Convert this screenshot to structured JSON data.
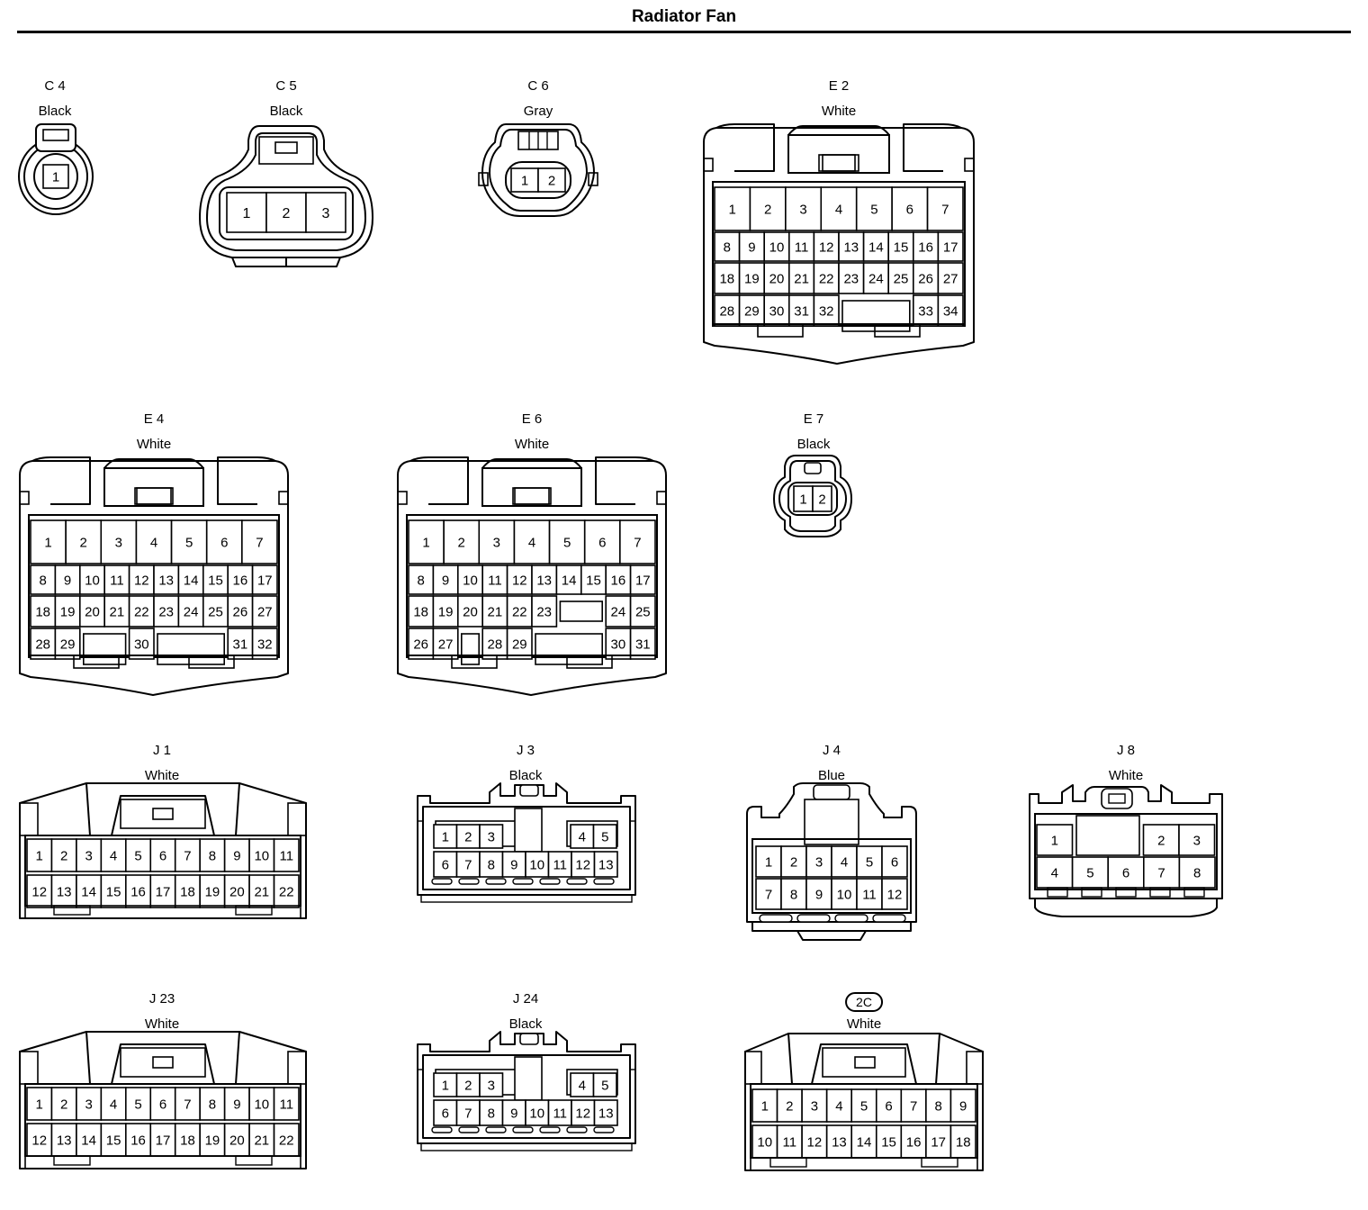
{
  "title": "Radiator Fan",
  "connectors": [
    {
      "id": "c4",
      "code": "C 4",
      "color": "Black",
      "badge": false,
      "type": "small1",
      "rows": [
        [
          "1"
        ]
      ]
    },
    {
      "id": "c5",
      "code": "C 5",
      "color": "Black",
      "badge": false,
      "type": "oval3",
      "rows": [
        [
          "1",
          "2",
          "3"
        ]
      ]
    },
    {
      "id": "c6",
      "code": "C 6",
      "color": "Gray",
      "badge": false,
      "type": "small2",
      "rows": [
        [
          "1",
          "2"
        ]
      ]
    },
    {
      "id": "e2",
      "code": "E 2",
      "color": "White",
      "badge": false,
      "type": "big",
      "rows": [
        [
          "1",
          "2",
          "3",
          "4",
          "5",
          "6",
          "7"
        ],
        [
          "8",
          "9",
          "10",
          "11",
          "12",
          "13",
          "14",
          "15",
          "16",
          "17"
        ],
        [
          "18",
          "19",
          "20",
          "21",
          "22",
          "23",
          "24",
          "25",
          "26",
          "27"
        ],
        [
          "28",
          "29",
          "30",
          "31",
          "32",
          "",
          "",
          "",
          "33",
          "34"
        ]
      ]
    },
    {
      "id": "e4",
      "code": "E 4",
      "color": "White",
      "badge": false,
      "type": "big",
      "rows": [
        [
          "1",
          "2",
          "3",
          "4",
          "5",
          "6",
          "7"
        ],
        [
          "8",
          "9",
          "10",
          "11",
          "12",
          "13",
          "14",
          "15",
          "16",
          "17"
        ],
        [
          "18",
          "19",
          "20",
          "21",
          "22",
          "23",
          "24",
          "25",
          "26",
          "27"
        ],
        [
          "28",
          "29",
          "",
          "",
          "30",
          "",
          "",
          "",
          "31",
          "32"
        ]
      ]
    },
    {
      "id": "e6",
      "code": "E 6",
      "color": "White",
      "badge": false,
      "type": "big",
      "rows": [
        [
          "1",
          "2",
          "3",
          "4",
          "5",
          "6",
          "7"
        ],
        [
          "8",
          "9",
          "10",
          "11",
          "12",
          "13",
          "14",
          "15",
          "16",
          "17"
        ],
        [
          "18",
          "19",
          "20",
          "21",
          "22",
          "23",
          "",
          "",
          "24",
          "25"
        ],
        [
          "26",
          "27",
          "",
          "28",
          "29",
          "",
          "",
          "",
          "30",
          "31"
        ]
      ]
    },
    {
      "id": "e7",
      "code": "E 7",
      "color": "Black",
      "badge": false,
      "type": "small2b",
      "rows": [
        [
          "1",
          "2"
        ]
      ]
    },
    {
      "id": "j1",
      "code": "J 1",
      "color": "White",
      "badge": false,
      "type": "wide",
      "rows": [
        [
          "1",
          "2",
          "3",
          "4",
          "5",
          "6",
          "7",
          "8",
          "9",
          "10",
          "11"
        ],
        [
          "12",
          "13",
          "14",
          "15",
          "16",
          "17",
          "18",
          "19",
          "20",
          "21",
          "22"
        ]
      ]
    },
    {
      "id": "j3",
      "code": "J 3",
      "color": "Black",
      "badge": false,
      "type": "latch",
      "rows": [
        [
          "1",
          "2",
          "3",
          "",
          "",
          "",
          "",
          "4",
          "5"
        ],
        [
          "6",
          "7",
          "8",
          "9",
          "10",
          "11",
          "12",
          "13"
        ]
      ]
    },
    {
      "id": "j4",
      "code": "J 4",
      "color": "Blue",
      "badge": false,
      "type": "blue",
      "rows": [
        [
          "1",
          "2",
          "3",
          "4",
          "5",
          "6"
        ],
        [
          "7",
          "8",
          "9",
          "10",
          "11",
          "12"
        ]
      ]
    },
    {
      "id": "j8",
      "code": "J 8",
      "color": "White",
      "badge": false,
      "type": "j8",
      "rows": [
        [
          "1",
          "",
          "",
          "2",
          "3"
        ],
        [
          "4",
          "5",
          "6",
          "7",
          "8"
        ]
      ]
    },
    {
      "id": "j23",
      "code": "J 23",
      "color": "White",
      "badge": false,
      "type": "wide",
      "rows": [
        [
          "1",
          "2",
          "3",
          "4",
          "5",
          "6",
          "7",
          "8",
          "9",
          "10",
          "11"
        ],
        [
          "12",
          "13",
          "14",
          "15",
          "16",
          "17",
          "18",
          "19",
          "20",
          "21",
          "22"
        ]
      ]
    },
    {
      "id": "j24",
      "code": "J 24",
      "color": "Black",
      "badge": false,
      "type": "latch",
      "rows": [
        [
          "1",
          "2",
          "3",
          "",
          "",
          "",
          "",
          "4",
          "5"
        ],
        [
          "6",
          "7",
          "8",
          "9",
          "10",
          "11",
          "12",
          "13"
        ]
      ]
    },
    {
      "id": "c2c",
      "code": "2C",
      "color": "White",
      "badge": true,
      "type": "wide9",
      "rows": [
        [
          "1",
          "2",
          "3",
          "4",
          "5",
          "6",
          "7",
          "8",
          "9"
        ],
        [
          "10",
          "11",
          "12",
          "13",
          "14",
          "15",
          "16",
          "17",
          "18"
        ]
      ]
    }
  ]
}
